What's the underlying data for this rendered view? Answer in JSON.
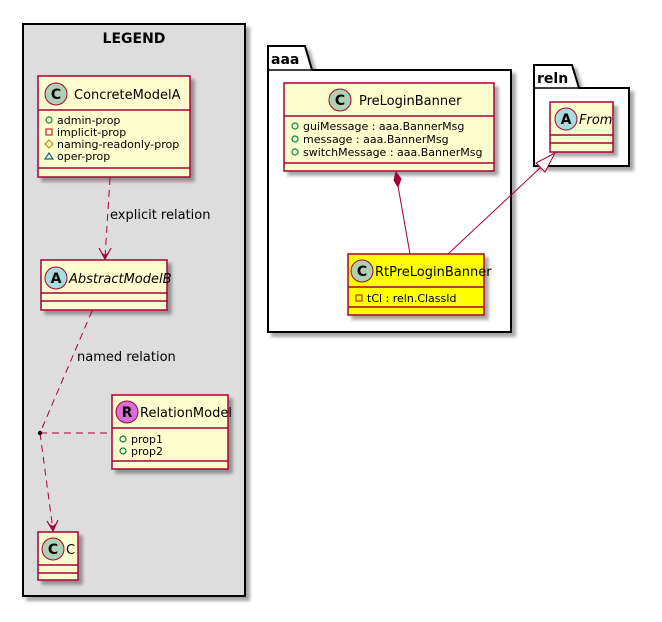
{
  "colors": {
    "border": "#A80036",
    "class_fill": "#FEFECE",
    "highlight_fill": "#FFFF00",
    "legend_fill": "#DDDDDD",
    "circle_class": "#ADD1B2",
    "circle_abstract": "#A9DCDF",
    "circle_relation": "#DA70D6",
    "vis_public": "#038048",
    "vis_private": "#C82930",
    "vis_protected": "#B38D22",
    "vis_package": "#1963A0"
  },
  "legend": {
    "title": "LEGEND",
    "classes": {
      "concrete": {
        "name": "ConcreteModelA",
        "stereo_letter": "C",
        "attributes": [
          {
            "visibility": "public",
            "text": "admin-prop"
          },
          {
            "visibility": "private",
            "text": "implicit-prop"
          },
          {
            "visibility": "protected",
            "text": "naming-readonly-prop"
          },
          {
            "visibility": "package",
            "text": "oper-prop"
          }
        ]
      },
      "abstract": {
        "name": "AbstractModelB",
        "stereo_letter": "A",
        "attributes": []
      },
      "relation": {
        "name": "RelationModel",
        "stereo_letter": "R",
        "attributes": [
          {
            "visibility": "public",
            "text": "prop1"
          },
          {
            "visibility": "public",
            "text": "prop2"
          }
        ]
      },
      "c": {
        "name": "C",
        "stereo_letter": "C",
        "attributes": []
      }
    },
    "relations": {
      "explicit_label": "explicit relation",
      "named_label": "named relation"
    }
  },
  "packages": {
    "aaa": {
      "name": "aaa",
      "classes": {
        "prelogin": {
          "name": "PreLoginBanner",
          "stereo_letter": "C",
          "attributes": [
            {
              "visibility": "public",
              "text": "guiMessage : aaa.BannerMsg"
            },
            {
              "visibility": "public",
              "text": "message : aaa.BannerMsg"
            },
            {
              "visibility": "public",
              "text": "switchMessage : aaa.BannerMsg"
            }
          ]
        },
        "rtprelogin": {
          "name": "RtPreLoginBanner",
          "stereo_letter": "C",
          "attributes": [
            {
              "visibility": "private",
              "text": "tCl : reln.ClassId"
            }
          ]
        }
      }
    },
    "reln": {
      "name": "reln",
      "classes": {
        "from": {
          "name": "From",
          "stereo_letter": "A",
          "attributes": []
        }
      }
    }
  }
}
